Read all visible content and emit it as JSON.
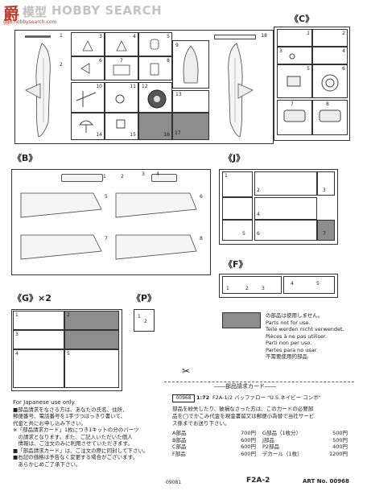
{
  "watermark": {
    "logo_text": "爵",
    "site": "模型",
    "search": "HOBBY SEARCH",
    "url": "ggo.hobbysearch.com"
  },
  "sprue_labels": {
    "c": "《C》",
    "b": "《B》",
    "j": "《J》",
    "f": "《F》",
    "g": "《G》×2",
    "p": "《P》"
  },
  "main_sprue_numbers": [
    "1",
    "2",
    "3",
    "4",
    "5",
    "6",
    "7",
    "8",
    "9",
    "10",
    "11",
    "12",
    "13",
    "14",
    "15",
    "16",
    "17",
    "18"
  ],
  "c_numbers": [
    "1",
    "2",
    "3",
    "4",
    "5",
    "6",
    "7",
    "8"
  ],
  "b_numbers": [
    "1",
    "2",
    "3",
    "4",
    "5",
    "6",
    "7",
    "8"
  ],
  "j_numbers": [
    "1",
    "2",
    "3",
    "4",
    "5",
    "6",
    "7"
  ],
  "f_numbers": [
    "1",
    "2",
    "3",
    "4",
    "5"
  ],
  "g_numbers": [
    "1",
    "2",
    "3",
    "4",
    "5"
  ],
  "p_numbers": [
    "1",
    "2"
  ],
  "legend": {
    "lines": [
      "の部品は使用しません。",
      "Parts not for use.",
      "Teile werden nicht verwendet.",
      "Pièces à ne pas utiliser.",
      "Parti non per uso.",
      "Partes para no usar.",
      "不需要使用的部品"
    ]
  },
  "order_card": {
    "title": "――部品請求カード――",
    "code": "00968",
    "scale": "1:72",
    "name": "F2A-1/2 バッファロー \"U.S.ネイビー コンボ\"",
    "desc": [
      "部品を紛失したり、破損なさった方は、この力ードの必要部",
      "品を◯でかこみ代金を現金書留又は郵便小為替で当社サービ",
      "ス係までお送り下さい。"
    ],
    "prices_left": [
      {
        "label": "A部品",
        "price": "700円"
      },
      {
        "label": "B部品",
        "price": "600円"
      },
      {
        "label": "C部品",
        "price": "600円"
      },
      {
        "label": "F部品",
        "price": "600円"
      }
    ],
    "prices_right": [
      {
        "label": "G部品（1枚分）",
        "price": "500円"
      },
      {
        "label": "J部品",
        "price": "500円"
      },
      {
        "label": "P2部品",
        "price": "400円"
      },
      {
        "label": "デカール（1枚）",
        "price": "1200円"
      }
    ]
  },
  "footer_notes": {
    "heading": "For Japanese use only.",
    "lines": [
      "■部品請求をなさる方は、あなたの氏名、住所、",
      "郵便番号、電話番号を1字づつはっきり書いて、",
      "代金と共にお申し込み下さい。",
      "※「部品請求カード」1枚につき1キットの分のパーツ",
      "　の請求となります。また、ご記入いただいた個人",
      "　情報は、ご注文のみに利用させていただきます。",
      "■「部品請求カード」は、ご注文の際に同封して下さい。",
      "■右記の価格は予告なく変更する場合がございます。",
      "　あらかじめご了承下さい。"
    ]
  },
  "bottom": {
    "date": "09081",
    "model": "F2A-2",
    "art": "ART No. 00968"
  }
}
